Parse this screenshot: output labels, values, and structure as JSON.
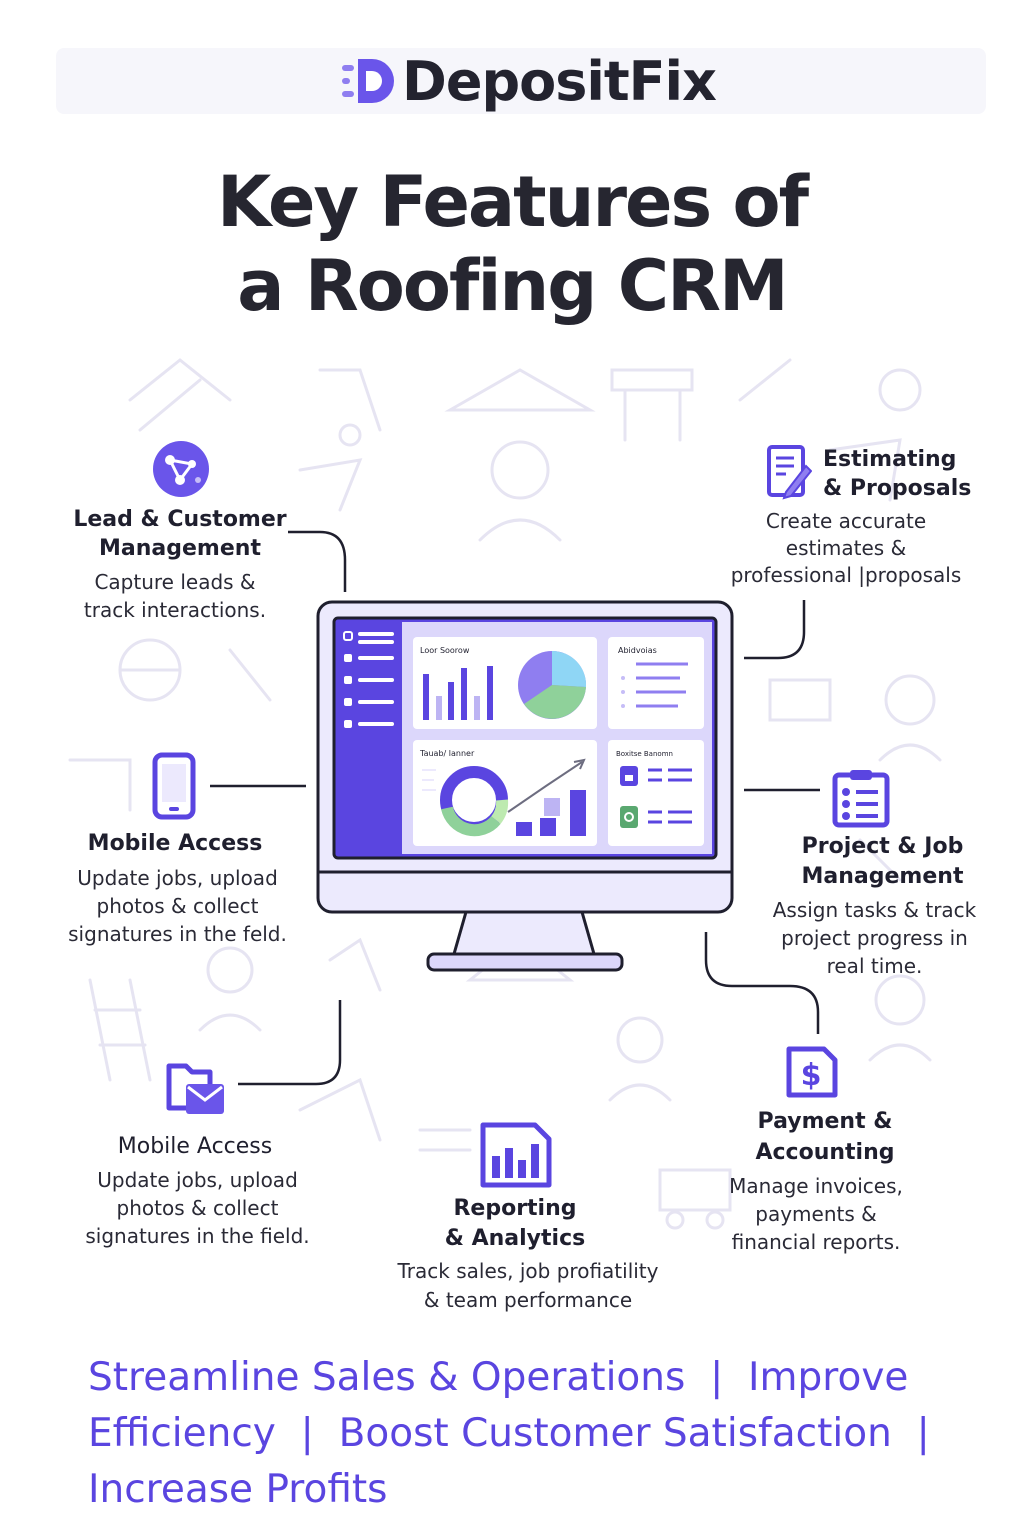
{
  "brand": {
    "logo_text": "DepositFix",
    "accent": "#5a45e0",
    "accent_light": "#a99cf5",
    "dark_text": "#23232f"
  },
  "title": {
    "line1": "Key Features of",
    "line2": "a Roofing CRM"
  },
  "features": {
    "lead": {
      "icon": "customer-network-icon",
      "title_line1": "Lead & Customer",
      "title_line2": "Management",
      "desc_line1": "Capture leads &",
      "desc_line2": "track interactions."
    },
    "estimating": {
      "icon": "document-pen-icon",
      "title_line1": "Estimating",
      "title_line2": "& Proposals",
      "desc_line1": "Create accurate",
      "desc_line2": "estimates &",
      "desc_line3": "professional |proposals"
    },
    "mobile_top": {
      "icon": "smartphone-icon",
      "title": "Mobile Access",
      "desc_line1": "Update jobs, upload",
      "desc_line2": "photos & collect",
      "desc_line3": "signatures in the feld."
    },
    "project": {
      "icon": "clipboard-checklist-icon",
      "title_line1": "Project & Job",
      "title_line2": "Management",
      "desc_line1": "Assign tasks & track",
      "desc_line2": "project progress in",
      "desc_line3": "real time."
    },
    "mobile_bottom": {
      "icon": "folder-mail-icon",
      "title": "Mobile Access",
      "desc_line1": "Update jobs, upload",
      "desc_line2": "photos & collect",
      "desc_line3": "signatures in the field."
    },
    "reporting": {
      "icon": "bar-chart-document-icon",
      "title_line1": "Reporting",
      "title_line2": "& Analytics",
      "desc_line1": "Track sales, job profiatility",
      "desc_line2": "& team performance"
    },
    "payment": {
      "icon": "dollar-document-icon",
      "title_line1": "Payment &",
      "title_line2": "Accounting",
      "desc_line1": "Manage invoices,",
      "desc_line2": "payments &",
      "desc_line3": "financial reports."
    }
  },
  "monitor": {
    "card1_title": "Loor Soorow",
    "card2_title": "Abidvoias",
    "card3_title": "Tauab/ lanner",
    "card4_title": "Boxitse Banomn"
  },
  "tagline": {
    "line1": "Streamline Sales & Operations  |  Improve",
    "line2": "Efficiency  |  Boost Customer Satisfaction  |",
    "line3": "Increase Profits"
  }
}
